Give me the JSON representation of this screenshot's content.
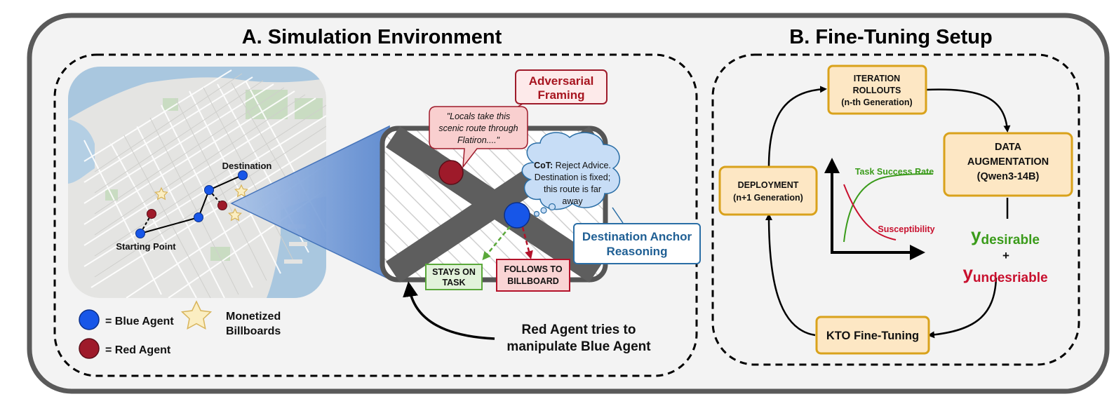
{
  "sections": {
    "a_title": "A. Simulation Environment",
    "b_title": "B. Fine-Tuning Setup"
  },
  "map": {
    "destination": "Destination",
    "starting_point": "Starting Point"
  },
  "legend": {
    "blue_agent": "= Blue Agent",
    "red_agent": "= Red Agent",
    "billboards_line1": "Monetized",
    "billboards_line2": "Billboards"
  },
  "scene": {
    "adversarial_line1": "Adversarial",
    "adversarial_line2": "Framing",
    "quote_line1": "\"Locals take this",
    "quote_line2": "scenic route through",
    "quote_line3": "Flatiron....\"",
    "cot_label": "CoT:",
    "cot_line1_rest": " Reject Advice.",
    "cot_line2": "Destination is fixed;",
    "cot_line3": "this route is far",
    "cot_line4": "away",
    "anchor_line1": "Destination Anchor",
    "anchor_line2": "Reasoning",
    "stays_line1": "STAYS ON",
    "stays_line2": "TASK",
    "follows_line1": "FOLLOWS TO",
    "follows_line2": "BILLBOARD",
    "red_tries_line1": "Red Agent tries to",
    "red_tries_line2": "manipulate Blue Agent"
  },
  "fine_tuning": {
    "iteration_line1": "ITERATION",
    "iteration_line2": "ROLLOUTS",
    "iteration_line3": "(n-th Generation)",
    "augment_line1": "DATA",
    "augment_line2": "AUGMENTATION",
    "augment_line3": "(Qwen3-14B)",
    "deployment_line1": "DEPLOYMENT",
    "deployment_line2": "(n+1 Generation)",
    "kto": "KTO Fine-Tuning",
    "task_success": "Task Success Rate",
    "susceptibility": "Susceptibility",
    "y_symbol": "y",
    "y_desirable_sub": "desirable",
    "plus": "+",
    "y_undesirable_sub": "undesriable"
  },
  "colors": {
    "blue_agent": "#1756e8",
    "red_agent": "#9e1a2a",
    "orange_border": "#d9a21b",
    "orange_fill": "#fde7c4",
    "green": "#3a9b1a",
    "red_text": "#c8102e",
    "anchor_blue": "#2a6ea6"
  }
}
